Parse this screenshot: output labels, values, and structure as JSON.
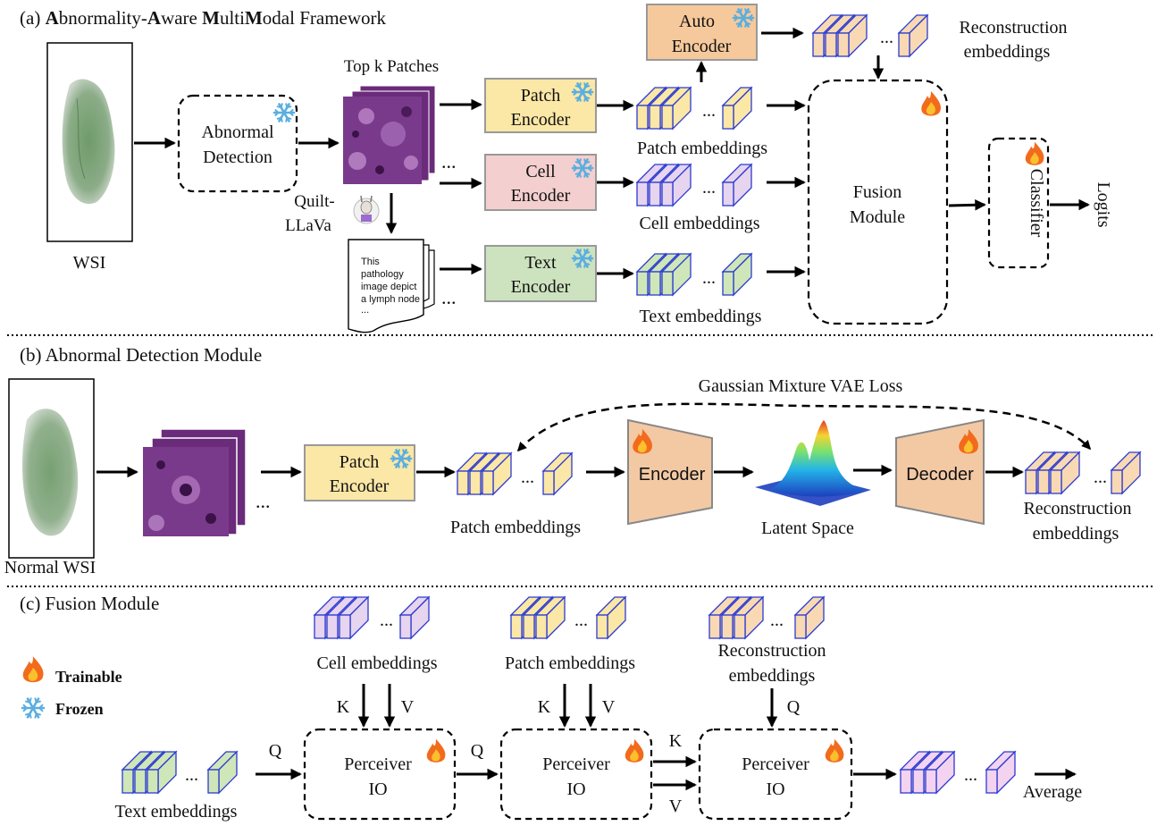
{
  "colors": {
    "frozen": "#5aaee0",
    "flame_outer": "#f26b1d",
    "flame_inner": "#fbc02d",
    "patch_encoder": "#fbe7a6",
    "cell_encoder": "#f4cfcf",
    "text_encoder": "#cde3bf",
    "auto_encoder": "#f6c99c",
    "vae_block": "#f3c9a4",
    "emb_patch": "#fbe7a6",
    "emb_cell": "#e7d4ee",
    "emb_text": "#cfe6b8",
    "emb_recon": "#f8d9b4",
    "emb_output": "#f3d3f0",
    "cube_edge": "#2b3bd1",
    "tissue": "#7ea37a"
  },
  "icons": {
    "frozen": "snowflake-icon",
    "trainable": "flame-icon",
    "llava": "llama-icon"
  },
  "panel_a": {
    "title_parts": [
      "(a) ",
      "A",
      "bnormality-",
      "A",
      "ware ",
      "M",
      "ulti",
      "M",
      "odal Framework"
    ],
    "wsi_label": "WSI",
    "abnormal_detection": [
      "Abnormal",
      "Detection"
    ],
    "top_k_label": "Top k Patches",
    "quilt_llava": [
      "Quilt-",
      "LLaVa"
    ],
    "caption_text": [
      "This",
      "pathology",
      "image depict",
      "a lymph node",
      "..."
    ],
    "patch_encoder": [
      "Patch",
      "Encoder"
    ],
    "cell_encoder": [
      "Cell",
      "Encoder"
    ],
    "text_encoder": [
      "Text",
      "Encoder"
    ],
    "auto_encoder": [
      "Auto",
      "Encoder"
    ],
    "patch_embeddings": "Patch embeddings",
    "cell_embeddings": "Cell embeddings",
    "text_embeddings": "Text embeddings",
    "reconstruction_embeddings": [
      "Reconstruction",
      "embeddings"
    ],
    "fusion_module": [
      "Fusion",
      "Module"
    ],
    "classifier": "Classifier",
    "logits": "Logits",
    "ellipsis": "..."
  },
  "panel_b": {
    "title": "(b) Abnormal Detection Module",
    "normal_wsi": "Normal WSI",
    "patch_encoder": [
      "Patch",
      "Encoder"
    ],
    "patch_embeddings": "Patch embeddings",
    "encoder": "Encoder",
    "decoder": "Decoder",
    "latent_space": "Latent Space",
    "loss_label": "Gaussian Mixture VAE Loss",
    "reconstruction_embeddings": [
      "Reconstruction",
      "embeddings"
    ]
  },
  "panel_c": {
    "title": "(c) Fusion Module",
    "legend_trainable": "Trainable",
    "legend_frozen": "Frozen",
    "cell_embeddings": "Cell embeddings",
    "patch_embeddings": "Patch embeddings",
    "reconstruction_embeddings": [
      "Reconstruction",
      "embeddings"
    ],
    "text_embeddings": "Text embeddings",
    "perceiver": [
      "Perceiver",
      "IO"
    ],
    "k": "K",
    "v": "V",
    "q": "Q",
    "average": "Average"
  }
}
